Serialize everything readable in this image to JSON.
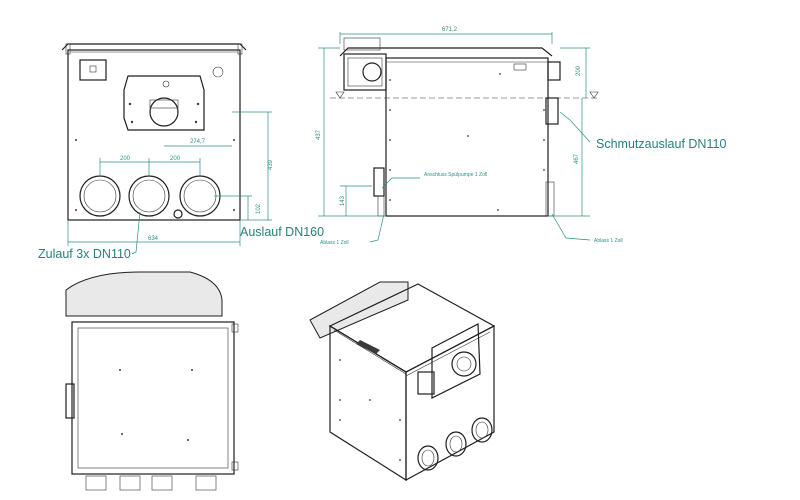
{
  "labels": {
    "zulauf": "Zulauf 3x DN110",
    "auslauf": "Auslauf DN160",
    "schmutzauslauf": "Schmutzauslauf DN110",
    "anschluss_spuelpumpe": "Anschluss Spülpumpe 1 Zoll",
    "ablass_left": "Ablass 1 Zoll",
    "ablass_right": "Ablass 1 Zoll"
  },
  "dimensions": {
    "front_spacing_1": "200",
    "front_spacing_2": "200",
    "front_offset": "274,7",
    "front_height": "439",
    "front_bottom": "102",
    "front_width": "634",
    "side_width": "671,2",
    "side_top": "200",
    "side_height_left": "437",
    "side_height_right": "467",
    "side_low": "143"
  },
  "colors": {
    "line": "#1f1f1f",
    "dimension": "#2f8f84",
    "label": "#2a7f7a"
  }
}
